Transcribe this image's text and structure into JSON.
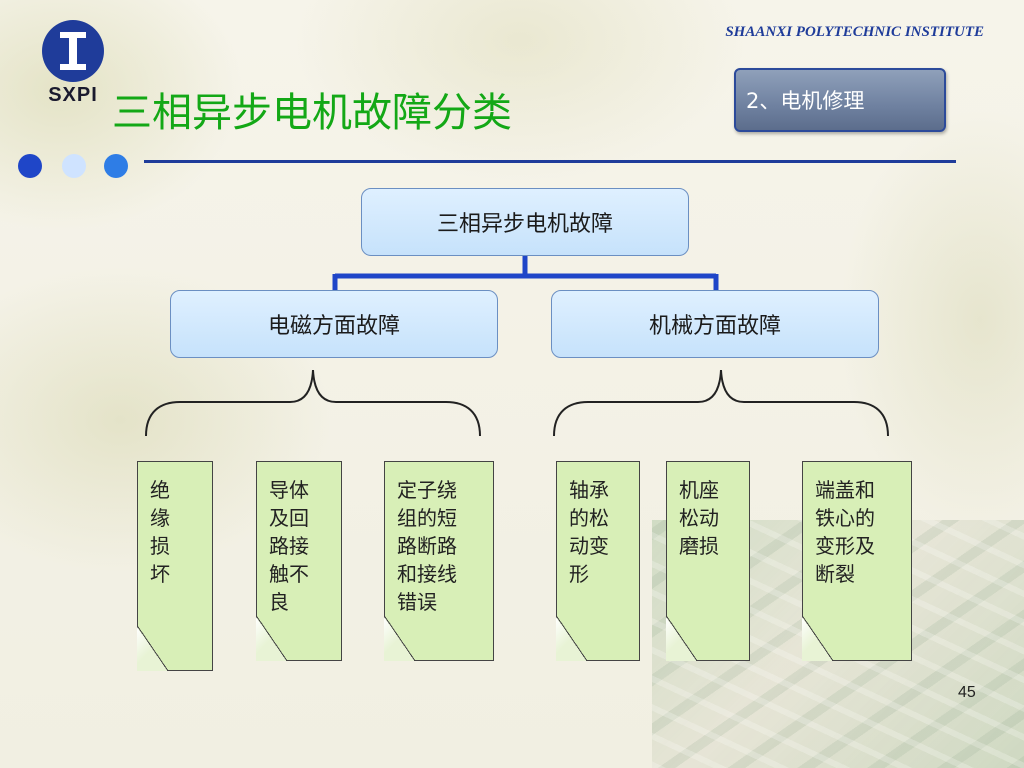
{
  "header": {
    "logo_text": "SXPI",
    "institute": "SHAANXI  POLYTECHNIC  INSTITUTE",
    "title": "三相异步电机故障分类",
    "section_badge": "2、电机修理"
  },
  "diagram": {
    "root": "三相异步电机故障",
    "branches": [
      {
        "label": "电磁方面故障",
        "items": [
          "绝\n缘\n损\n坏",
          "导体\n及回\n路接\n触不\n良",
          "定子绕\n组的短\n路断路\n和接线\n错误"
        ]
      },
      {
        "label": "机械方面故障",
        "items": [
          "轴承\n的松\n动变\n形",
          "机座\n松动\n磨损",
          "端盖和\n铁心的\n变形及\n断裂"
        ]
      }
    ]
  },
  "footer": {
    "page_number": "45"
  },
  "colors": {
    "title_green": "#13a816",
    "connector_blue": "#1f46c8",
    "box_fill": "#c6e2fb",
    "note_fill": "#d8efb7"
  }
}
